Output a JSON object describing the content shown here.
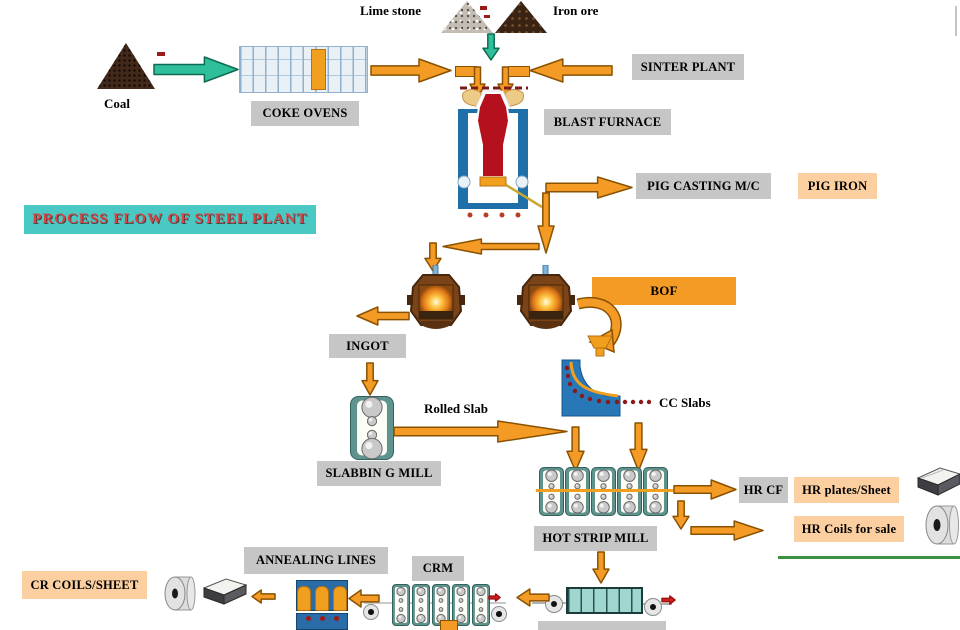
{
  "title": "PROCESS FLOW OF STEEL PLANT",
  "labels": {
    "lime_stone": "Lime stone",
    "iron_ore": "Iron ore",
    "coal": "Coal",
    "coke_ovens": "COKE OVENS",
    "sinter_plant": "SINTER PLANT",
    "blast_furnace": "BLAST FURNACE",
    "pig_casting_mc": "PIG CASTING M/C",
    "pig_iron": "PIG IRON",
    "bof": "BOF",
    "ingot": "INGOT",
    "slabbing_mill": "SLABBIN G MILL",
    "rolled_slab": "Rolled Slab",
    "cc_slabs": "CC Slabs",
    "hot_strip_mill": "HOT STRIP MILL",
    "hr_cf": "HR CF",
    "hr_plates_sheet": "HR plates/Sheet",
    "hr_coils_for_sale": "HR Coils for sale",
    "annealing_lines": "ANNEALING LINES",
    "crm": "CRM",
    "cr_coils_sheet": "CR COILS/SHEET"
  },
  "colors": {
    "arrow_orange": "#F49B26",
    "arrow_orange_outline": "#8A5200",
    "arrow_teal": "#2FBF9B",
    "arrow_teal_outline": "#0E6B52",
    "label_gray_bg": "#C6C6C6",
    "label_peach_bg": "#FBCFA0",
    "bof_box_bg": "#F49B26",
    "title_bg": "#4AC8C4",
    "title_text": "#E04040",
    "furnace_red": "#B5101E",
    "furnace_blue": "#1F6FA8",
    "mill_teal": "#5E938E"
  }
}
